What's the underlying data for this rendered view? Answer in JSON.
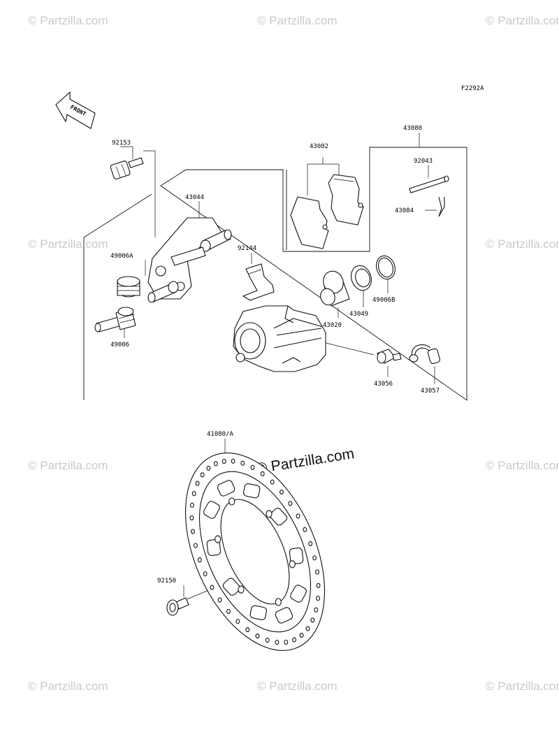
{
  "diagram_code": "F2292A",
  "front_arrow_label": "FRONT",
  "watermarks": {
    "small": "© Partzilla.com",
    "main": "© Partzilla.com"
  },
  "parts": {
    "p92153": "92153",
    "p43044": "43044",
    "p43082": "43082",
    "p43080": "43080",
    "p92043": "92043",
    "p43084": "43084",
    "p49006A": "49006A",
    "p92144": "92144",
    "p49006B": "49006B",
    "p43049": "43049",
    "p43020": "43020",
    "p49006": "49006",
    "p43056": "43056",
    "p43057": "43057",
    "p41080A": "41080/A",
    "p92150": "92150"
  }
}
